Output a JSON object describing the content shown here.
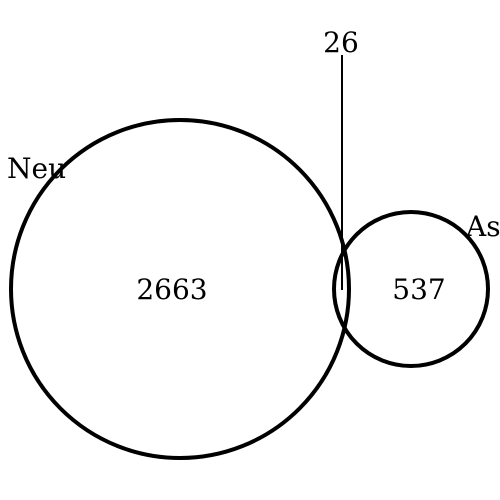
{
  "diagram": {
    "type": "venn",
    "sets": [
      {
        "label": "Neu",
        "only_count": "2663"
      },
      {
        "label": "As",
        "only_count": "537"
      }
    ],
    "intersection": {
      "count": "26"
    },
    "colors": {
      "stroke": "#000000",
      "text": "#000000",
      "background": "#ffffff"
    }
  }
}
